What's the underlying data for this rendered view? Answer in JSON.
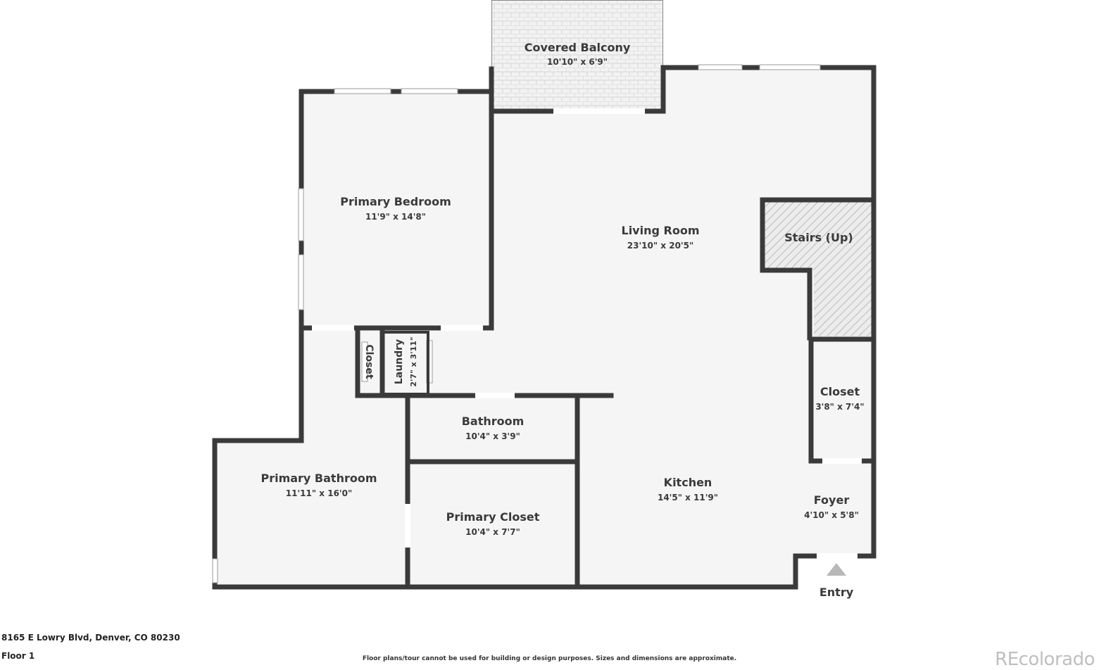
{
  "rooms": {
    "covered_balcony": {
      "name": "Covered Balcony",
      "dims": "10'10\" x 6'9\""
    },
    "primary_bedroom": {
      "name": "Primary Bedroom",
      "dims": "11'9\" x 14'8\""
    },
    "living_room": {
      "name": "Living Room",
      "dims": "23'10\" x 20'5\""
    },
    "stairs": {
      "name": "Stairs (Up)"
    },
    "closet_small": {
      "name": "Closet"
    },
    "laundry": {
      "name": "Laundry",
      "dims": "2'7\" x 3'11\""
    },
    "closet_foyer": {
      "name": "Closet",
      "dims": "3'8\" x 7'4\""
    },
    "bathroom": {
      "name": "Bathroom",
      "dims": "10'4\" x 3'9\""
    },
    "primary_bathroom": {
      "name": "Primary Bathroom",
      "dims": "11'11\" x 16'0\""
    },
    "primary_closet": {
      "name": "Primary Closet",
      "dims": "10'4\" x 7'7\""
    },
    "kitchen": {
      "name": "Kitchen",
      "dims": "14'5\" x 11'9\""
    },
    "foyer": {
      "name": "Foyer",
      "dims": "4'10\" x 5'8\""
    }
  },
  "entry_label": "Entry",
  "footer": {
    "address": "8165 E Lowry Blvd, Denver, CO 80230",
    "floor": "Floor 1",
    "disclaimer": "Floor plans/tour cannot be used for building or design purposes. Sizes and dimensions are approximate.",
    "logo": "REcolorado"
  },
  "colors": {
    "wall": "#3a3a3a",
    "floor": "#f5f5f5",
    "window": "#ffffff"
  }
}
